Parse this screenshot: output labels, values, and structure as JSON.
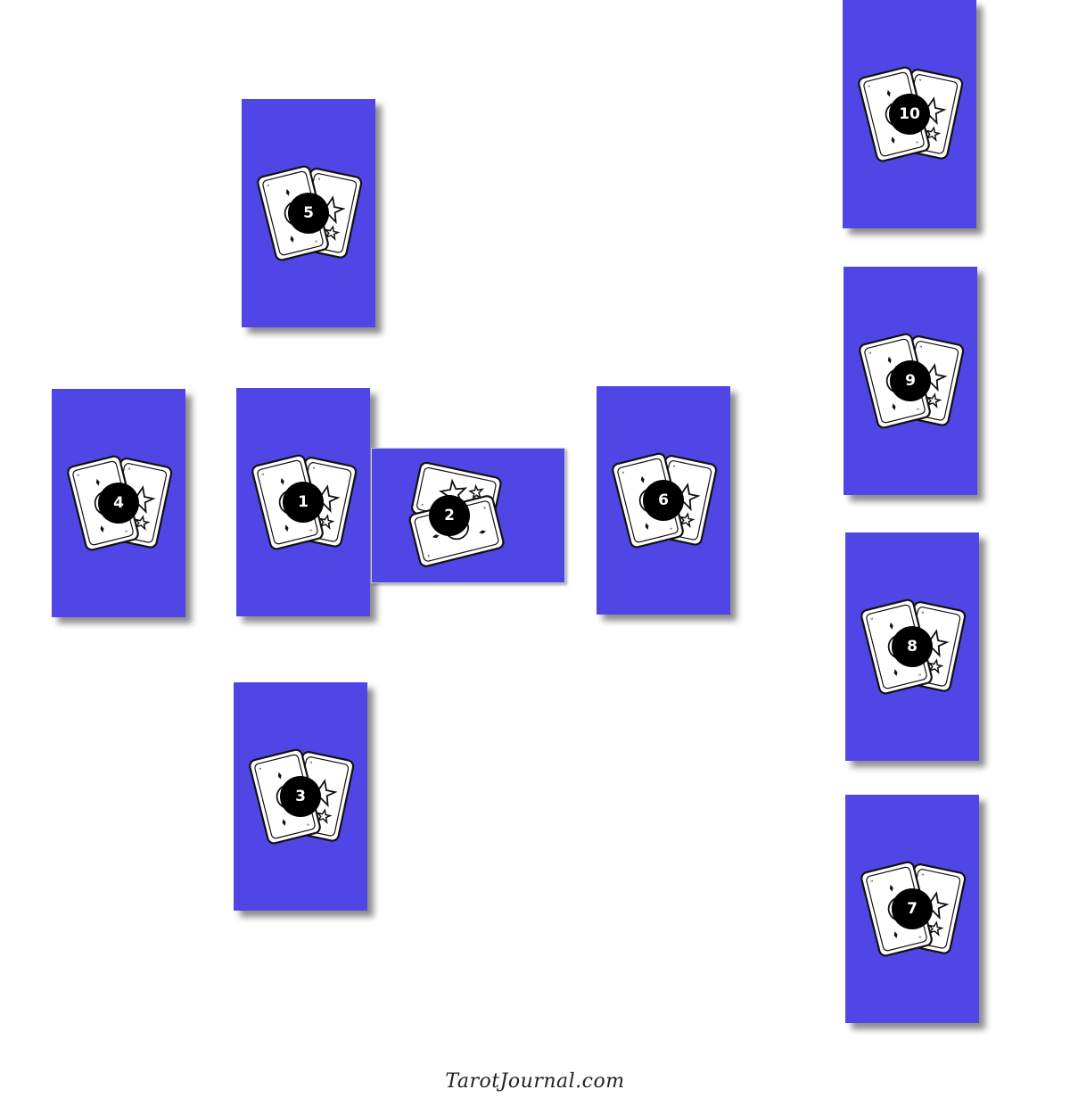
{
  "colors": {
    "card": "#4f46e5",
    "badge": "#000000",
    "background": "#ffffff"
  },
  "cards": [
    {
      "number": "1",
      "icon": "tarot-cards-icon"
    },
    {
      "number": "2",
      "icon": "tarot-cards-icon"
    },
    {
      "number": "3",
      "icon": "tarot-cards-icon"
    },
    {
      "number": "4",
      "icon": "tarot-cards-icon"
    },
    {
      "number": "5",
      "icon": "tarot-cards-icon"
    },
    {
      "number": "6",
      "icon": "tarot-cards-icon"
    },
    {
      "number": "7",
      "icon": "tarot-cards-icon"
    },
    {
      "number": "8",
      "icon": "tarot-cards-icon"
    },
    {
      "number": "9",
      "icon": "tarot-cards-icon"
    },
    {
      "number": "10",
      "icon": "tarot-cards-icon"
    }
  ],
  "footer": {
    "watermark": "TarotJournal.com"
  }
}
